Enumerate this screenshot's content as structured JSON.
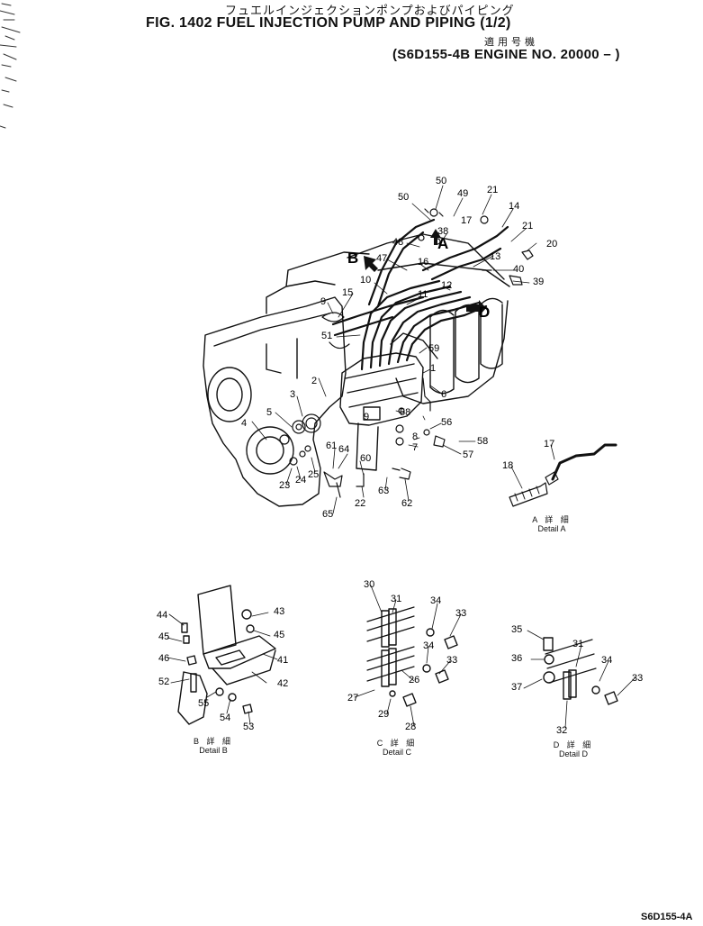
{
  "header": {
    "title_jp": "フュエルインジェクションポンプおよびパイピング",
    "figure_title": "FIG. 1402  FUEL INJECTION PUMP AND PIPING (1/2)",
    "applicability_jp": "適用号機",
    "applicability": "(S6D155-4B  ENGINE NO. 20000 – )"
  },
  "details": {
    "a": {
      "jp": "A 詳 細",
      "en": "Detail A"
    },
    "b": {
      "jp": "B 詳 細",
      "en": "Detail B"
    },
    "c": {
      "jp": "C 詳 細",
      "en": "Detail C"
    },
    "d": {
      "jp": "D 詳 細",
      "en": "Detail D"
    }
  },
  "view_letters": [
    "A",
    "B",
    "C",
    "D"
  ],
  "callouts": {
    "main": [
      "50",
      "50",
      "49",
      "21",
      "14",
      "17",
      "21",
      "20",
      "48",
      "38",
      "13",
      "40",
      "39",
      "47",
      "16",
      "10",
      "12",
      "15",
      "11",
      "9",
      "51",
      "59",
      "1",
      "2",
      "3",
      "6",
      "5",
      "4",
      "58",
      "9",
      "56",
      "58",
      "8",
      "7",
      "57",
      "61",
      "64",
      "60",
      "25",
      "24",
      "23",
      "63",
      "22",
      "62",
      "65",
      "17",
      "18"
    ],
    "detail_b": [
      "44",
      "43",
      "45",
      "45",
      "46",
      "41",
      "52",
      "42",
      "55",
      "54",
      "53"
    ],
    "detail_c": [
      "30",
      "31",
      "34",
      "33",
      "34",
      "26",
      "33",
      "27",
      "29",
      "28"
    ],
    "detail_d": [
      "35",
      "31",
      "36",
      "34",
      "37",
      "33",
      "32"
    ]
  },
  "footer_code": "S6D155-4A"
}
